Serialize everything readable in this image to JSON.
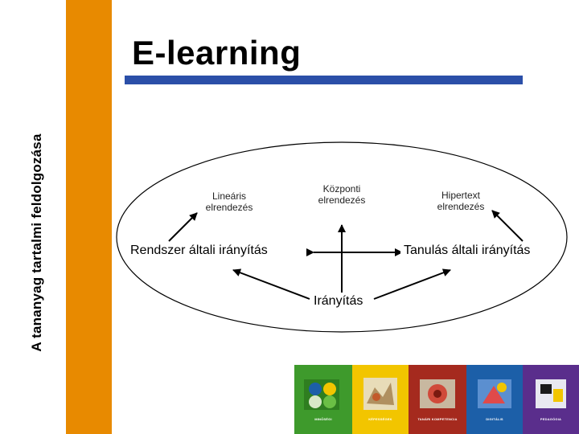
{
  "slide": {
    "side_label": "A tananyag tartalmi feldolgozása",
    "title": "E-learning"
  },
  "diagram": {
    "linear": {
      "line1": "Lineáris",
      "line2": "elrendezés"
    },
    "central": {
      "line1": "Központi",
      "line2": "elrendezés"
    },
    "hypertext": {
      "line1": "Hipertext",
      "line2": "elrendezés"
    },
    "system_control": "Rendszer általi irányítás",
    "learning_control": "Tanulás általi irányítás",
    "control": "Irányítás"
  },
  "colors": {
    "orange_bar": "#e88a00",
    "title_rule": "#2b4fa8",
    "tiles": [
      "#3e9a2c",
      "#f2c500",
      "#a52a1e",
      "#1c5fa8",
      "#5a2e8c"
    ]
  },
  "tiles": [
    {
      "icon": "puzzle-icon",
      "caption": "MINŐSÉGI"
    },
    {
      "icon": "map-icon",
      "caption": "KÉPESSÉGEK"
    },
    {
      "icon": "gear-icon",
      "caption": "TANÁRI KOMPETENCIA"
    },
    {
      "icon": "tools-icon",
      "caption": "DIGITÁLIS"
    },
    {
      "icon": "notebook-icon",
      "caption": "PEDAGÓGIA"
    }
  ]
}
